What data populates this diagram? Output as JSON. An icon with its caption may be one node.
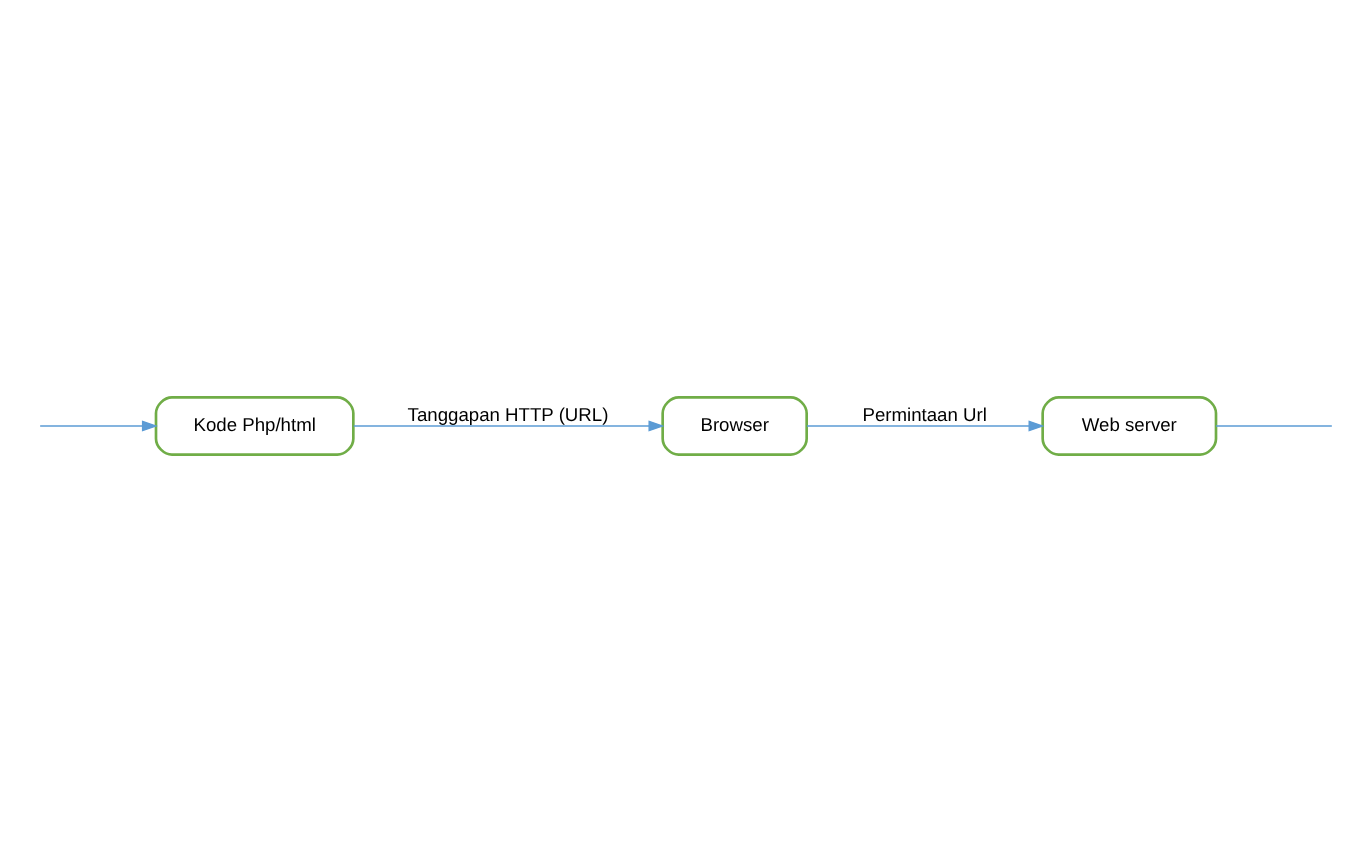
{
  "diagram": {
    "nodes": [
      {
        "text": [
          "Web server"
        ]
      },
      {
        "text": [
          "Browser"
        ]
      },
      {
        "text": [
          "Kode Php/html"
        ]
      }
    ],
    "edges": [
      {
        "from": 1,
        "to": 0,
        "arrow": "to",
        "label": "Permintaan Url"
      },
      {
        "from": 0,
        "to": null,
        "arrow": "none"
      },
      {
        "from": null,
        "to": 2,
        "arrow": "to"
      },
      {
        "from": 2,
        "to": 1,
        "arrow": "to",
        "label": "Tanggapan HTTP (URL)"
      }
    ]
  }
}
